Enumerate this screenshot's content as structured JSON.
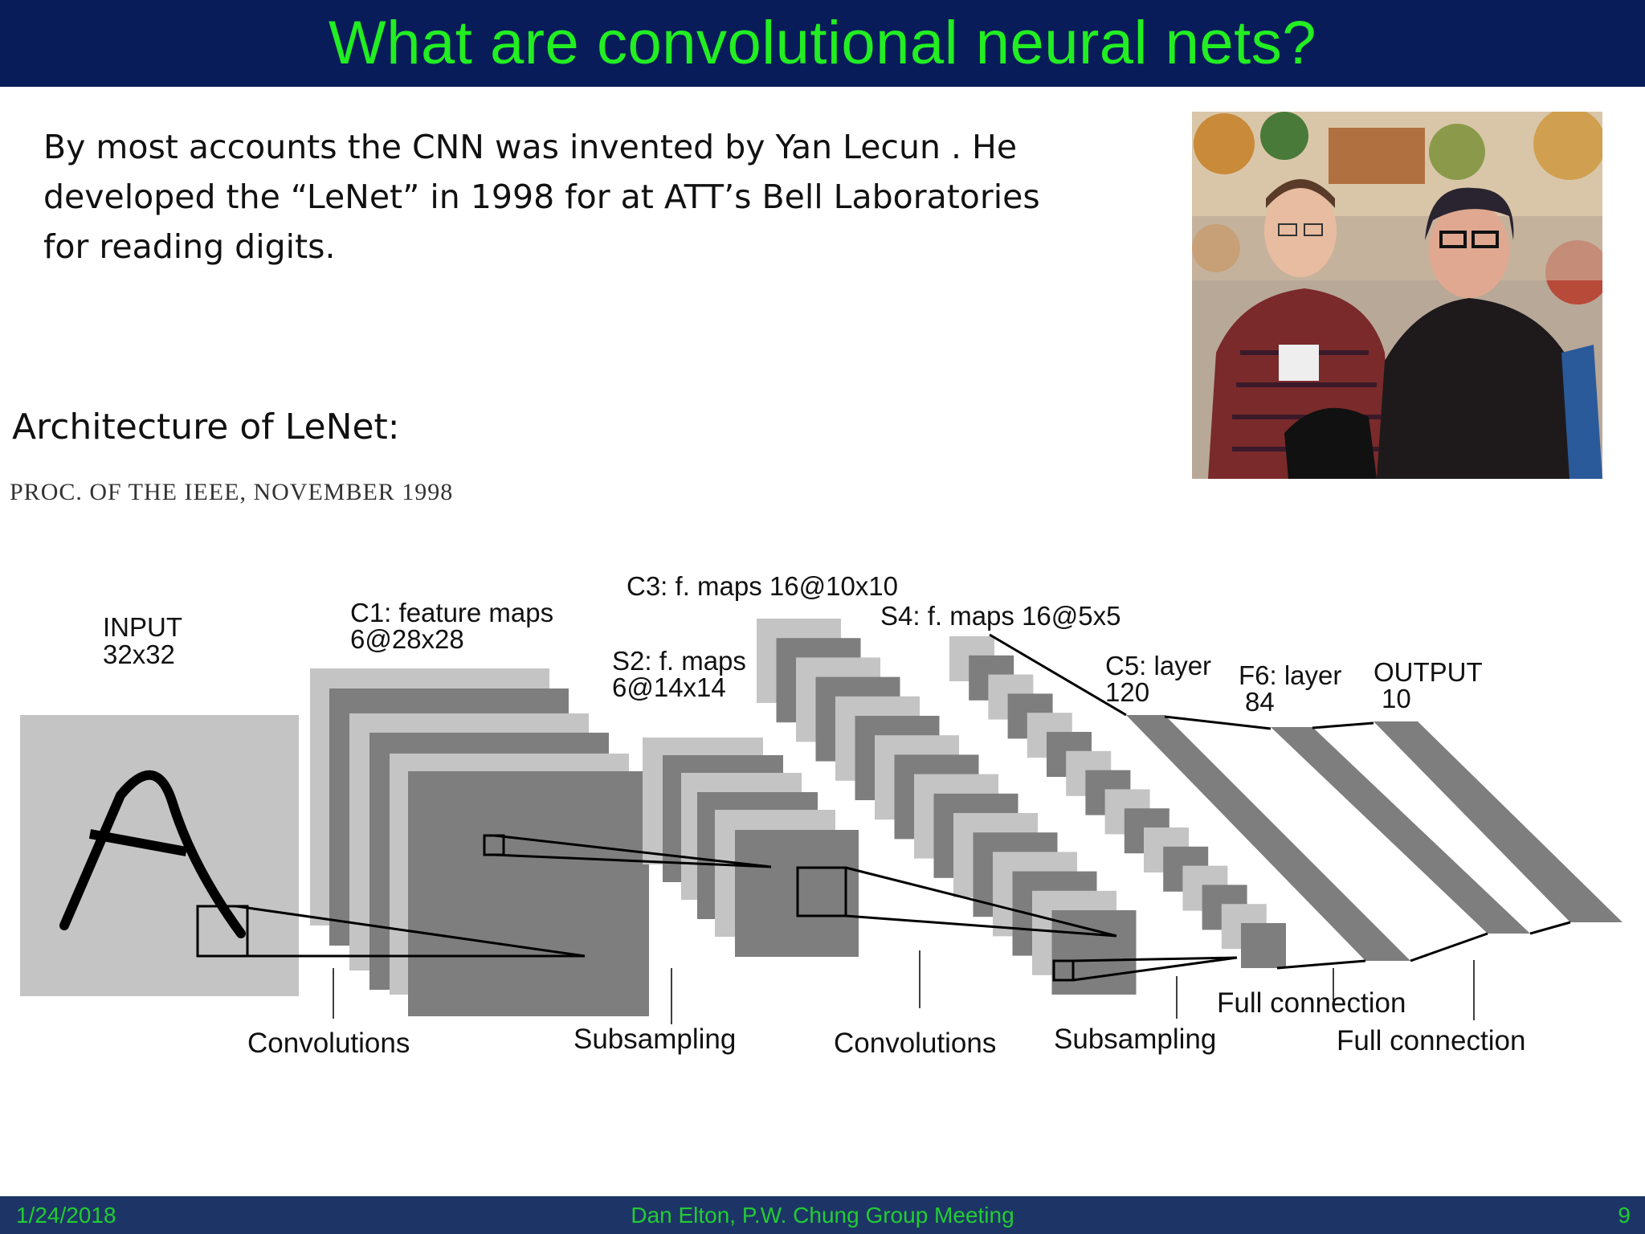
{
  "slide": {
    "title": "What are convolutional neural nets?",
    "intro_lines": [
      "By most accounts the CNN was invented by Yan Lecun . He",
      "developed the “LeNet” in 1998 for at ATT’s Bell Laboratories",
      "for reading digits."
    ],
    "architecture_label": "Architecture of LeNet:",
    "photo_icon": "photo-of-two-men"
  },
  "figure": {
    "citation": "PROC. OF THE IEEE, NOVEMBER 1998",
    "layers": {
      "input": [
        "INPUT",
        "32x32"
      ],
      "c1": [
        "C1: feature maps",
        "6@28x28"
      ],
      "s2": [
        "S2: f. maps",
        "6@14x14"
      ],
      "c3": [
        "C3: f. maps 16@10x10"
      ],
      "s4": [
        "S4: f. maps 16@5x5"
      ],
      "c5": [
        "C5: layer",
        "120"
      ],
      "f6": [
        "F6: layer",
        "84"
      ],
      "output": [
        "OUTPUT",
        "10"
      ]
    },
    "operations": {
      "conv1": "Convolutions",
      "sub1": "Subsampling",
      "conv2": "Convolutions",
      "sub2": "Subsampling",
      "full1": "Full connection",
      "full2": "Full connection"
    },
    "colors": {
      "light": "#c4c4c4",
      "dark": "#7e7e7e"
    }
  },
  "footer": {
    "date": "1/24/2018",
    "center": "Dan Elton, P.W. Chung Group Meeting",
    "page": "9"
  },
  "theme": {
    "title_bg": "#081c5a",
    "title_color": "#22ee22",
    "footer_bg": "#1d3566",
    "footer_color": "#22cc33"
  }
}
